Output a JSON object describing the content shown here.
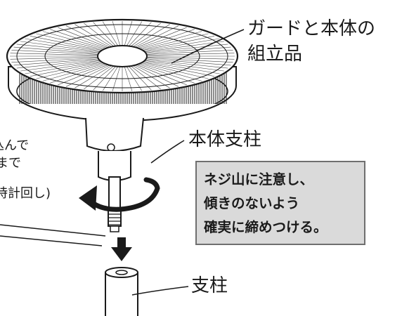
{
  "labels": {
    "fan_assembly_line1": "ガードと本体の",
    "fan_assembly_line2": "組立品",
    "body_pole": "本体支柱",
    "pole": "支柱",
    "left_note": [
      "込んで",
      "まで",
      "(時計回し)"
    ]
  },
  "note_box": {
    "lines": [
      "ネジ山に注意し、",
      "傾きのないよう",
      "確実に締めつける。"
    ]
  },
  "colors": {
    "note_bg": "#dadada",
    "note_border": "#6f6f6f",
    "ink": "#1a1a1a"
  }
}
